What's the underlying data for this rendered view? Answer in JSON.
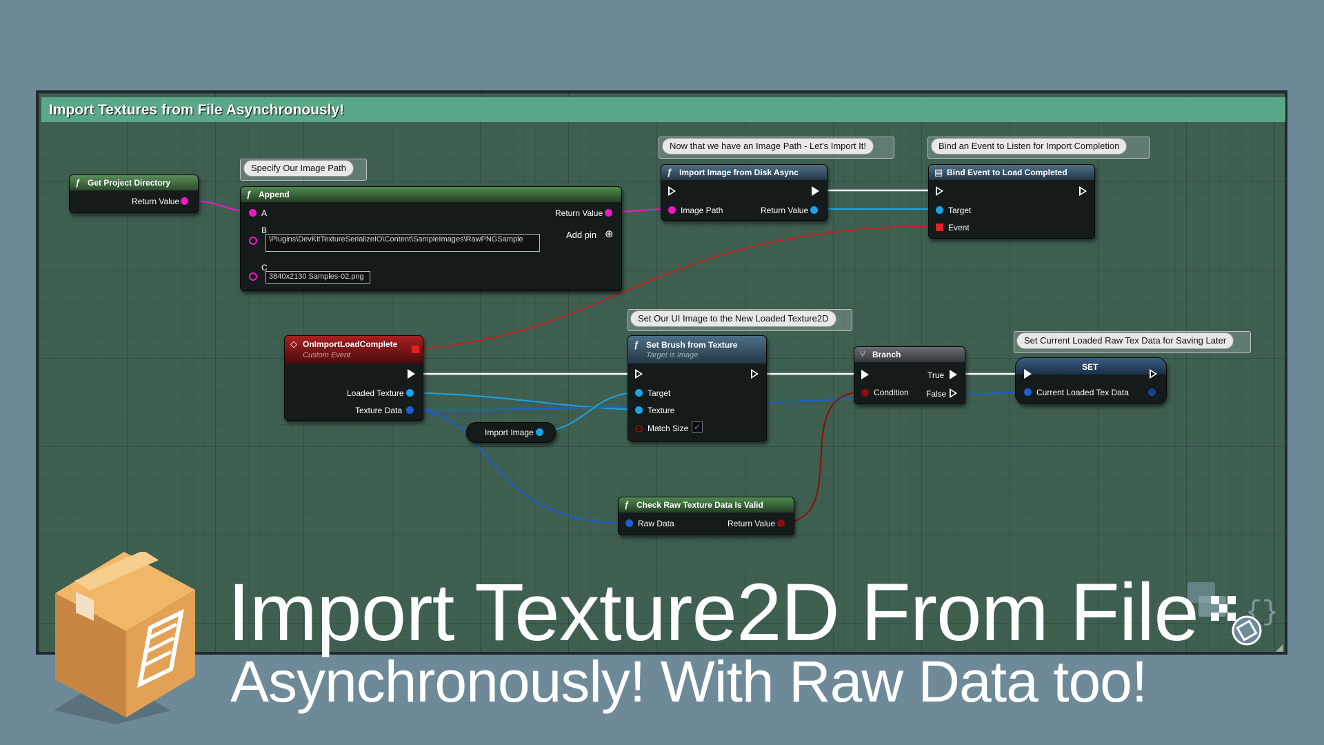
{
  "comment": {
    "title": "Import Textures from File Asynchronously!"
  },
  "bubbles": {
    "image_path": "Specify Our Image Path",
    "import_it": "Now that we have an Image Path - Let's Import It!",
    "bind_event": "Bind an Event to Listen for Import Completion",
    "set_ui_image": "Set Our UI Image to the New Loaded Texture2D",
    "set_raw": "Set Current Loaded Raw Tex Data for Saving Later"
  },
  "nodes": {
    "get_project_directory": {
      "title": "Get Project Directory",
      "return_value": "Return Value"
    },
    "append": {
      "title": "Append",
      "pin_a": "A",
      "pin_b": "B",
      "pin_c": "C",
      "b_value": "\\Plugins\\DevKitTextureSerializeIO\\Content\\SampleImages\\RawPNGSample",
      "c_value": "3840x2130 Samples-02.png",
      "return_value": "Return Value",
      "add_pin": "Add pin"
    },
    "import_image_async": {
      "title": "Import Image from Disk Async",
      "image_path": "Image Path",
      "return_value": "Return Value"
    },
    "bind_event": {
      "title": "Bind Event to Load Completed",
      "target": "Target",
      "event": "Event"
    },
    "on_import_load_complete": {
      "title": "OnImportLoadComplete",
      "subtitle": "Custom Event",
      "loaded_texture": "Loaded Texture",
      "texture_data": "Texture Data"
    },
    "set_brush": {
      "title": "Set Brush from Texture",
      "subtitle": "Target is Image",
      "target": "Target",
      "texture": "Texture",
      "match_size": "Match Size"
    },
    "branch": {
      "title": "Branch",
      "condition": "Condition",
      "true_label": "True",
      "false_label": "False"
    },
    "set_node": {
      "title": "SET",
      "var": "Current Loaded Tex Data"
    },
    "import_image_var": {
      "label": "Import Image"
    },
    "check_raw": {
      "title": "Check Raw Texture Data Is Valid",
      "raw_data": "Raw Data",
      "return_value": "Return Value"
    }
  },
  "overlay": {
    "title": "Import Texture2D From File",
    "subtitle": "Asynchronously! With Raw Data too!"
  },
  "colors": {
    "graph_bg": "#3f6051",
    "comment_bar": "#5aa888",
    "pin_string": "#f018c8",
    "pin_object": "#1aa3e8",
    "pin_bool": "#8c0d0d",
    "pin_struct": "#1a5fd6",
    "page_bg": "#6e8a98"
  }
}
